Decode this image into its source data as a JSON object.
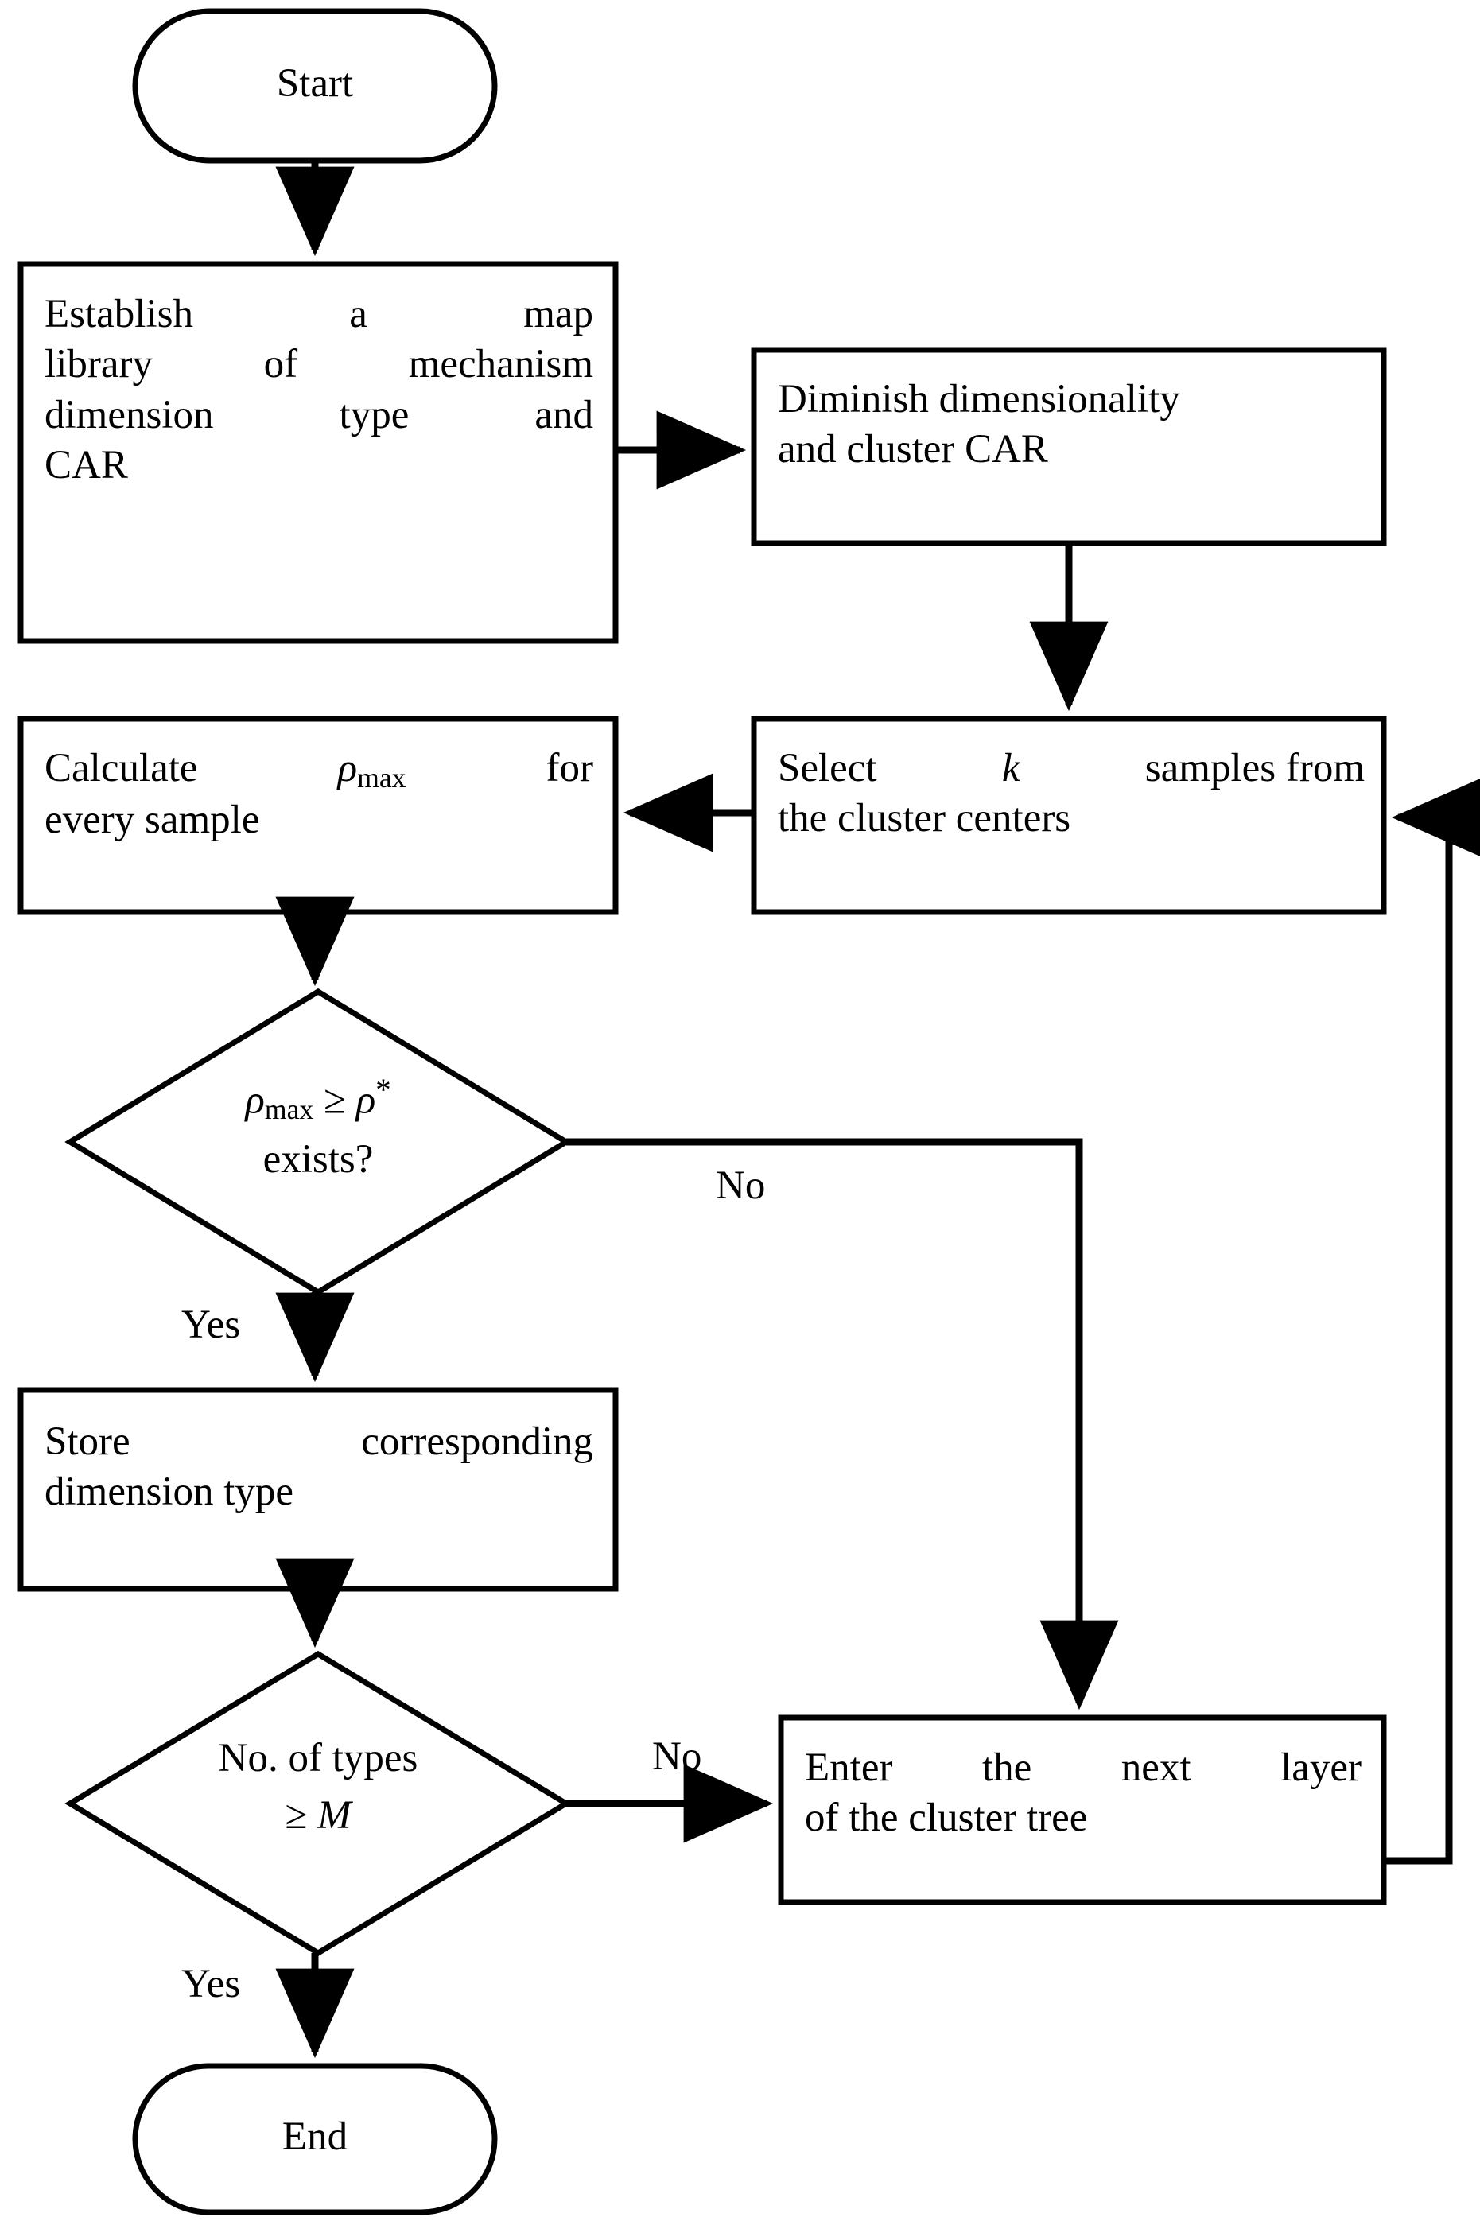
{
  "diagram": {
    "type": "flowchart",
    "title": "",
    "orientation": "top-to-bottom",
    "background_color": "#ffffff",
    "line_color": "#000000",
    "text_color": "#000000"
  },
  "nodes": {
    "start": {
      "shape": "terminator",
      "label": "Start"
    },
    "establish": {
      "shape": "process",
      "label": "Establish a map library of mechanism dimension type and CAR",
      "lines": [
        "Establish a map",
        "library of mechanism",
        "dimension type and",
        "CAR"
      ]
    },
    "diminish": {
      "shape": "process",
      "label": "Diminish dimensionality and cluster CAR",
      "lines": [
        "Diminish dimensionality",
        "and cluster CAR"
      ]
    },
    "calculate": {
      "shape": "process",
      "label": "Calculate ρmax for every sample",
      "line1_prefix": "Calculate",
      "line1_symbol": "ρ",
      "line1_subscript": "max",
      "line1_suffix": "for",
      "line2": "every sample"
    },
    "select": {
      "shape": "process",
      "label": "Select k samples from the cluster centers",
      "line1_prefix": "Select",
      "line1_var": "k",
      "line1_suffix": "samples from",
      "line2": "the cluster centers"
    },
    "decision_rho": {
      "shape": "decision",
      "label": "ρmax ≥ ρ* exists?",
      "line1_symbol": "ρ",
      "line1_subscript": "max",
      "line1_operator": "≥",
      "line1_symbol2": "ρ",
      "line1_superscript": "*",
      "line2": "exists?"
    },
    "store": {
      "shape": "process",
      "label": "Store corresponding dimension type",
      "lines": [
        "Store corresponding",
        "dimension type"
      ]
    },
    "decision_types": {
      "shape": "decision",
      "label": "No. of types ≥ M",
      "line1": "No. of types",
      "line2_operator": "≥",
      "line2_var": "M"
    },
    "enter_next": {
      "shape": "process",
      "label": "Enter the next layer of the cluster tree",
      "lines": [
        "Enter the next layer",
        "of the cluster tree"
      ]
    },
    "end": {
      "shape": "terminator",
      "label": "End"
    }
  },
  "edges": [
    {
      "from": "start",
      "to": "establish",
      "label": ""
    },
    {
      "from": "establish",
      "to": "diminish",
      "label": ""
    },
    {
      "from": "diminish",
      "to": "select",
      "label": ""
    },
    {
      "from": "select",
      "to": "calculate",
      "label": ""
    },
    {
      "from": "calculate",
      "to": "decision_rho",
      "label": ""
    },
    {
      "from": "decision_rho",
      "to": "enter_next",
      "label": "No"
    },
    {
      "from": "decision_rho",
      "to": "store",
      "label": "Yes"
    },
    {
      "from": "store",
      "to": "decision_types",
      "label": ""
    },
    {
      "from": "decision_types",
      "to": "enter_next",
      "label": "No"
    },
    {
      "from": "decision_types",
      "to": "end",
      "label": "Yes"
    },
    {
      "from": "enter_next",
      "to": "select",
      "label": ""
    }
  ],
  "edge_labels": {
    "rho_no": "No",
    "rho_yes": "Yes",
    "types_no": "No",
    "types_yes": "Yes"
  }
}
